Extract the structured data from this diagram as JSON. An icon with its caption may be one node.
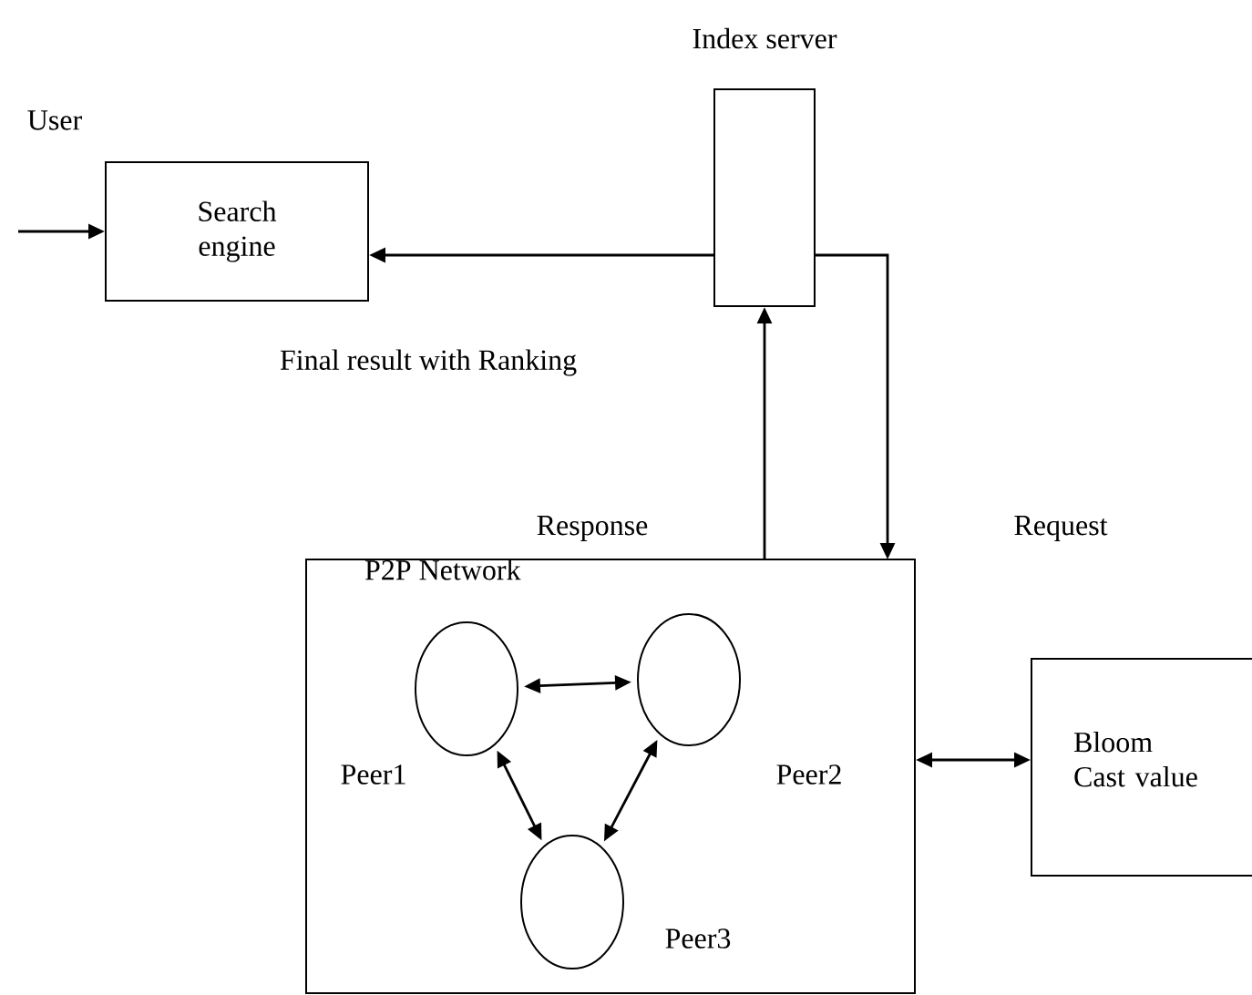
{
  "diagram": {
    "nodes": [
      {
        "text": [
          "Search engine"
        ]
      },
      {
        "text": [
          "Index server"
        ]
      },
      {
        "text": [
          "P2P Network"
        ]
      },
      {
        "text": [],
        "shape": "circle",
        "beside": [
          "Peer1"
        ],
        "in": 2
      },
      {
        "text": [],
        "shape": "circle",
        "beside": [
          "Peer2"
        ],
        "in": 2
      },
      {
        "text": [],
        "shape": "circle",
        "beside": [
          "Peer3"
        ],
        "in": 2
      },
      {
        "text": [
          "Bloom Cast value"
        ]
      }
    ],
    "edges": [
      {
        "from": null,
        "to": 0,
        "arrow": "to"
      },
      {
        "from": 1,
        "to": 0,
        "arrow": "to",
        "label": "Final result with Ranking"
      },
      {
        "from": 2,
        "to": 1,
        "arrow": "to",
        "label": "Response"
      },
      {
        "from": 1,
        "to": 2,
        "arrow": "to",
        "label": "Request"
      },
      {
        "from": 3,
        "to": 4,
        "arrow": "both"
      },
      {
        "from": 3,
        "to": 5,
        "arrow": "both"
      },
      {
        "from": 4,
        "to": 5,
        "arrow": "both"
      },
      {
        "from": 2,
        "to": 6,
        "arrow": "both"
      }
    ],
    "labels": [
      "User"
    ]
  }
}
